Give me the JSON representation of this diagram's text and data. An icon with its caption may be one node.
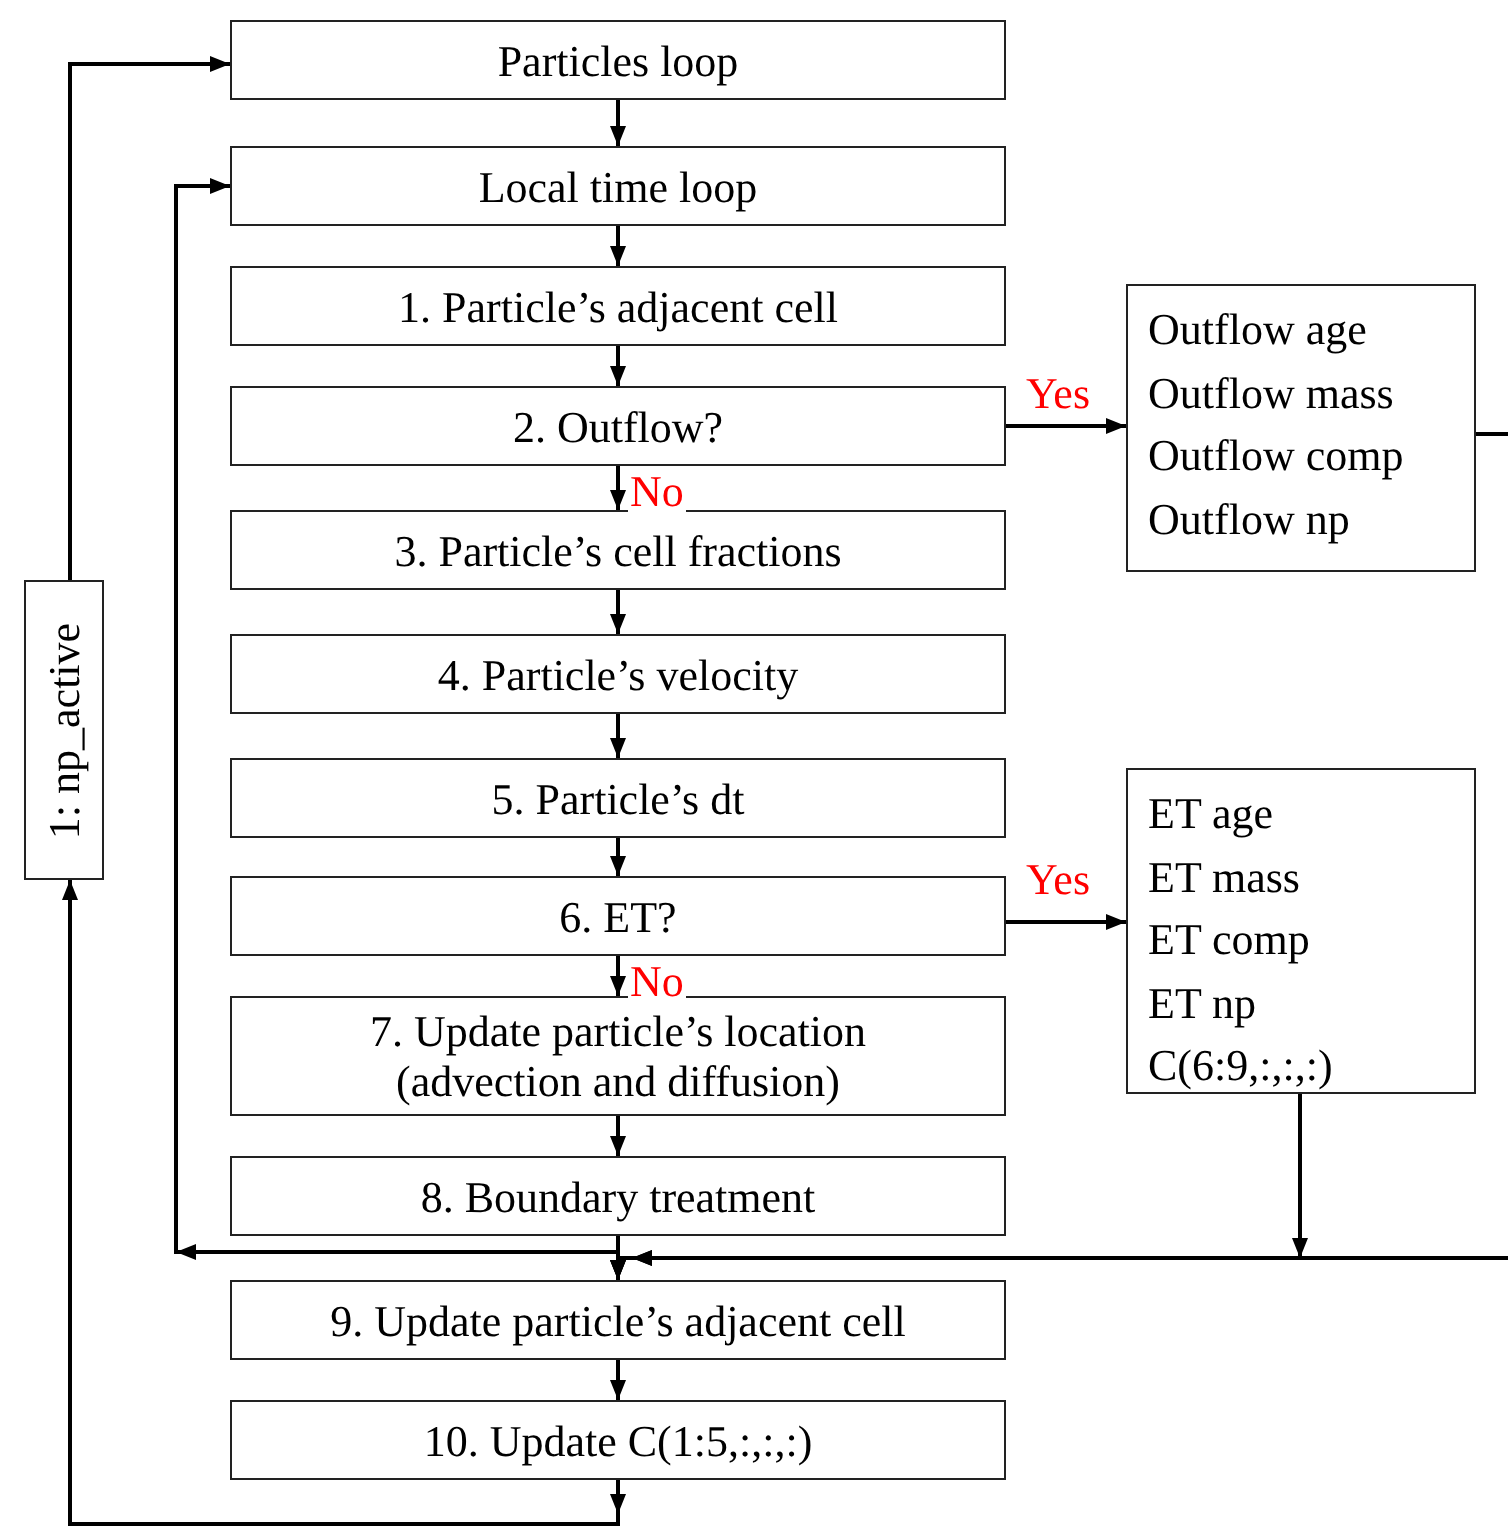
{
  "diagram": {
    "nodes": [
      {
        "text": [
          "Particles loop"
        ]
      },
      {
        "text": [
          "Local time loop"
        ]
      },
      {
        "text": [
          "1. Particle’s adjacent cell"
        ]
      },
      {
        "text": [
          "2. Outflow?"
        ]
      },
      {
        "text": [
          "3. Particle’s cell fractions"
        ]
      },
      {
        "text": [
          "4. Particle’s velocity"
        ]
      },
      {
        "text": [
          "5. Particle’s dt"
        ]
      },
      {
        "text": [
          "6. ET?"
        ]
      },
      {
        "text": [
          "7. Update particle’s location (advection and diffusion)"
        ]
      },
      {
        "text": [
          "8. Boundary treatment"
        ]
      },
      {
        "text": [
          "9. Update particle’s adjacent cell"
        ]
      },
      {
        "text": [
          "10. Update C(1:5,:,:,:)"
        ]
      },
      {
        "text": [
          "Outflow age",
          "Outflow mass",
          "Outflow comp",
          "Outflow np"
        ]
      },
      {
        "text": [
          "ET age",
          "ET mass",
          "ET comp",
          "ET np",
          "C(6:9,:,:,:)"
        ]
      },
      {
        "text": [
          "1: np_active"
        ]
      }
    ],
    "edges": [
      {
        "from": 0,
        "to": 1,
        "arrow": "to"
      },
      {
        "from": 1,
        "to": 2,
        "arrow": "to"
      },
      {
        "from": 2,
        "to": 3,
        "arrow": "to"
      },
      {
        "from": 3,
        "to": 4,
        "arrow": "to",
        "label": "No"
      },
      {
        "from": 4,
        "to": 5,
        "arrow": "to"
      },
      {
        "from": 5,
        "to": 6,
        "arrow": "to"
      },
      {
        "from": 6,
        "to": 7,
        "arrow": "to"
      },
      {
        "from": 7,
        "to": 8,
        "arrow": "to",
        "label": "No"
      },
      {
        "from": 8,
        "to": 9,
        "arrow": "to"
      },
      {
        "from": 9,
        "to": 10,
        "arrow": "to"
      },
      {
        "from": 10,
        "to": 11,
        "arrow": "to"
      },
      {
        "from": 3,
        "to": 12,
        "arrow": "to",
        "label": "Yes"
      },
      {
        "from": 7,
        "to": 13,
        "arrow": "to",
        "label": "Yes"
      },
      {
        "from": 9,
        "to": 1,
        "arrow": "to"
      },
      {
        "from": 13,
        "to": 10,
        "arrow": "to"
      },
      {
        "from": 12,
        "to": 10,
        "arrow": "to"
      },
      {
        "from": 11,
        "to": 14,
        "arrow": "to"
      },
      {
        "from": 14,
        "to": 0,
        "arrow": "to"
      }
    ]
  }
}
